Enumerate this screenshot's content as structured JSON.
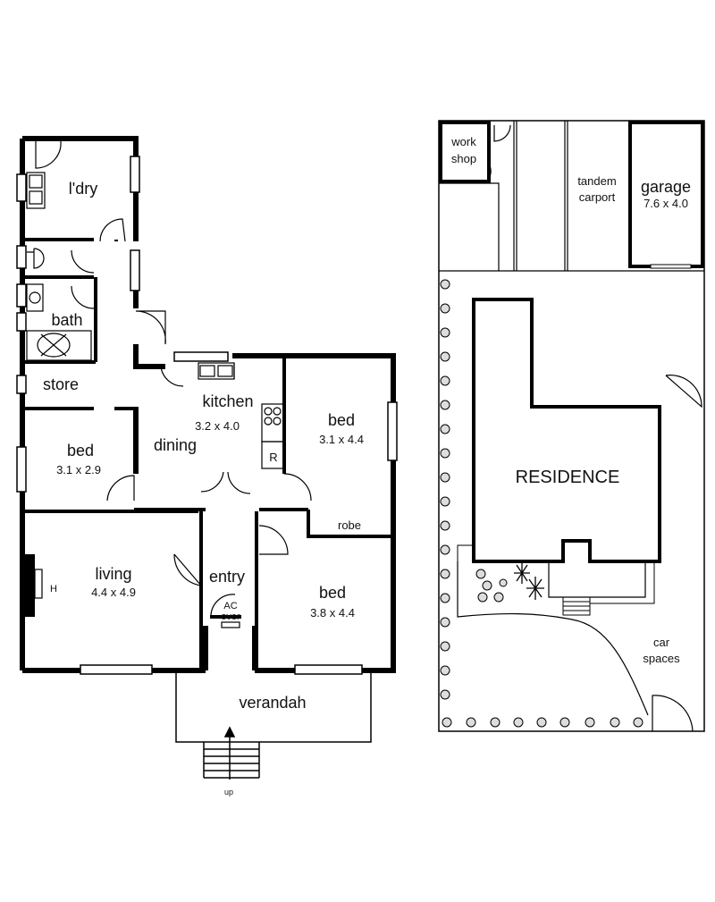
{
  "floorplan": {
    "rooms": {
      "laundry": "l'dry",
      "bath": "bath",
      "store": "store",
      "kitchen": "kitchen",
      "kitchen_size": "3.2 x 4.0",
      "dining": "dining",
      "fridge": "R",
      "bed1": "bed",
      "bed1_size": "3.1 x 2.9",
      "bed2": "bed",
      "bed2_size": "3.1 x 4.4",
      "robe": "robe",
      "living": "living",
      "living_size": "4.4 x 4.9",
      "heater": "H",
      "entry": "entry",
      "ac_line1": "AC",
      "ac_line2": "over",
      "bed3": "bed",
      "bed3_size": "3.8 x 4.4",
      "verandah": "verandah",
      "up": "up"
    }
  },
  "siteplan": {
    "workshop_line1": "work",
    "workshop_line2": "shop",
    "carport_line1": "tandem",
    "carport_line2": "carport",
    "garage": "garage",
    "garage_size": "7.6 x 4.0",
    "residence": "RESIDENCE",
    "car_line1": "car",
    "car_line2": "spaces"
  }
}
